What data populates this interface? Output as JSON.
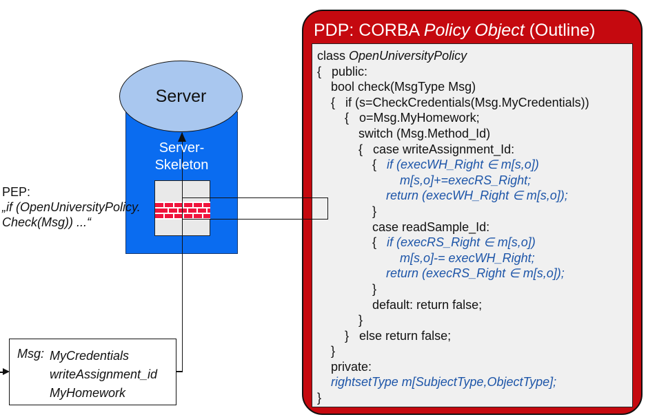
{
  "colors": {
    "frame_red": "#c5090f",
    "panel_gray": "#f0f0f0",
    "skeleton_blue": "#0a6cf0",
    "ellipse_blue": "#a9c7ef",
    "brick_red": "#f0143c",
    "code_blue": "#1d55a8"
  },
  "server": {
    "label": "Server",
    "skeleton_lines": [
      "Server-",
      "Skeleton"
    ]
  },
  "pep": {
    "seglines": [
      [
        [
          "PEP:",
          "p"
        ]
      ],
      [
        [
          "„if (OpenUniversityPolicy.",
          "i"
        ]
      ],
      [
        [
          "Check(Msg)) ...“",
          "i"
        ]
      ]
    ]
  },
  "msg": {
    "label": "Msg:",
    "items": [
      "MyCredentials",
      "writeAssignment_id",
      "MyHomework"
    ]
  },
  "pdp": {
    "title_segments": [
      [
        "PDP: CORBA ",
        "p"
      ],
      [
        "Policy Object",
        "i"
      ],
      [
        " (Outline)",
        "p"
      ]
    ],
    "code_lines": [
      [
        [
          "class ",
          "p"
        ],
        [
          "OpenUniversityPolicy",
          "i"
        ]
      ],
      [
        [
          "{   public:",
          "p"
        ]
      ],
      [
        [
          "    bool check(MsgType Msg)",
          "p"
        ]
      ],
      [
        [
          "    {   if (s=CheckCredentials(Msg.MyCredentials))",
          "p"
        ]
      ],
      [
        [
          "        {   o=Msg.MyHomework;",
          "p"
        ]
      ],
      [
        [
          "            switch (Msg.Method_Id)",
          "p"
        ]
      ],
      [
        [
          "            {   case writeAssignment_Id:",
          "p"
        ]
      ],
      [
        [
          "                {   ",
          "p"
        ],
        [
          "if (execWH_Right ∈ m[s,o])",
          "b"
        ]
      ],
      [
        [
          "                        ",
          "p"
        ],
        [
          "m[s,o]+=execRS_Right;",
          "b"
        ]
      ],
      [
        [
          "                    ",
          "p"
        ],
        [
          "return (execWH_Right ∈ m[s,o]);",
          "b"
        ]
      ],
      [
        [
          "                }",
          "p"
        ]
      ],
      [
        [
          "                case readSample_Id:",
          "p"
        ]
      ],
      [
        [
          "                {   ",
          "p"
        ],
        [
          "if (execRS_Right ∈ m[s,o])",
          "b"
        ]
      ],
      [
        [
          "                        ",
          "p"
        ],
        [
          "m[s,o]-= execWH_Right;",
          "b"
        ]
      ],
      [
        [
          "                    ",
          "p"
        ],
        [
          "return (execRS_Right ∈ m[s,o]);",
          "b"
        ]
      ],
      [
        [
          "                }",
          "p"
        ]
      ],
      [
        [
          "                default: return false;",
          "p"
        ]
      ],
      [
        [
          "            }",
          "p"
        ]
      ],
      [
        [
          "        }   else return false;",
          "p"
        ]
      ],
      [
        [
          "    }",
          "p"
        ]
      ],
      [
        [
          "    private:",
          "p"
        ]
      ],
      [
        [
          "    ",
          "p"
        ],
        [
          "rightsetType m[SubjectType,ObjectType];",
          "b"
        ]
      ],
      [
        [
          "}",
          "p"
        ]
      ]
    ]
  }
}
